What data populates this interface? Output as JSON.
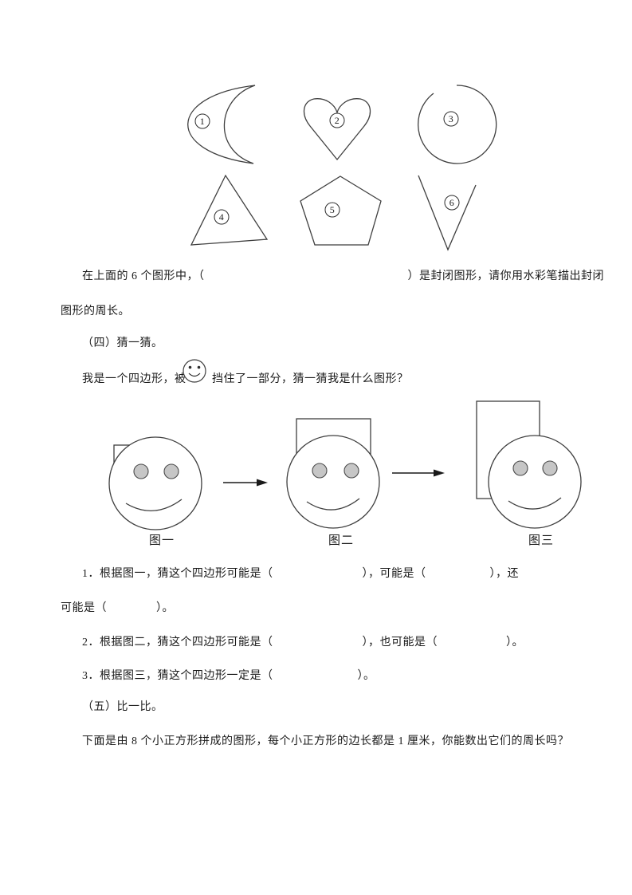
{
  "colors": {
    "stroke": "#3f3f3f",
    "eye_fill": "#c6c6c6",
    "eye_stroke": "#4a4a4a",
    "text": "#1a1a1a"
  },
  "shapes_section": {
    "numbers": [
      "1",
      "2",
      "3",
      "4",
      "5",
      "6"
    ],
    "shape_names": [
      "crescent",
      "heart",
      "open-circle",
      "triangle",
      "pentagon",
      "open-v"
    ],
    "prompt_line1_left": "在上面的 6 个图形中，（",
    "prompt_line1_right": "）是封闭图形，请你用水彩笔描出封闭",
    "prompt_line2": "图形的周长。"
  },
  "section_four": {
    "heading": "（四）猜一猜。",
    "intro_before_face": "我是一个四边形，被",
    "intro_after_face": "挡住了一部分，猜一猜我是什么图形？",
    "smiley_icon": "smiley-face",
    "figure_labels": [
      "图一",
      "图二",
      "图三"
    ],
    "q1_line1": [
      "1．根据图一，猜这个四边形可能是（",
      "），可能是（",
      "），还"
    ],
    "q1_line2": [
      "可能是（",
      "）。"
    ],
    "q2": [
      "2．根据图二，猜这个四边形可能是（",
      "），也可能是（",
      "）。"
    ],
    "q3": [
      "3．根据图三，猜这个四边形一定是（",
      "）。"
    ]
  },
  "section_five": {
    "heading": "（五）比一比。",
    "intro": "下面是由 8 个小正方形拼成的图形，每个小正方形的边长都是 1 厘米，你能数出它们的周长吗？"
  }
}
